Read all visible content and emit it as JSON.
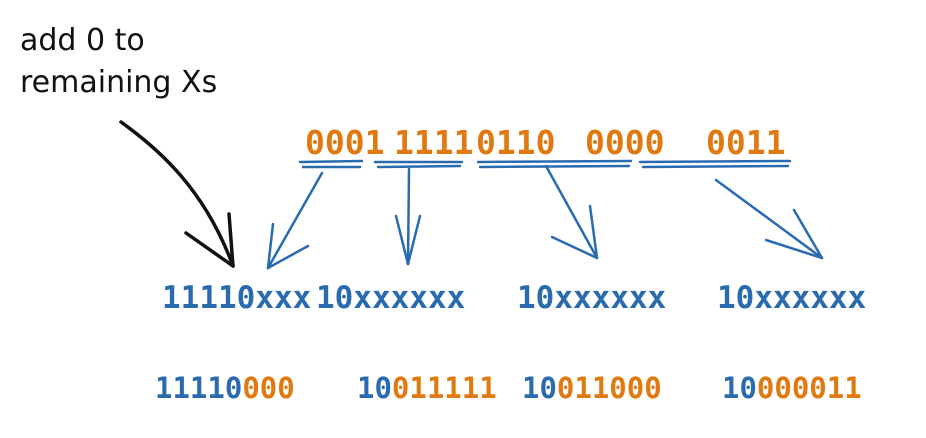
{
  "annotation": {
    "line1": "add 0 to",
    "line2": "remaining Xs"
  },
  "input_bits": [
    "0001",
    "1111",
    "0110",
    "0000",
    "0011"
  ],
  "templates": [
    {
      "prefix": "11110",
      "xs": "xxx"
    },
    {
      "prefix": "10",
      "xs": "xxxxxx"
    },
    {
      "prefix": "10",
      "xs": "xxxxxx"
    },
    {
      "prefix": "10",
      "xs": "xxxxxx"
    }
  ],
  "results": [
    {
      "prefix": "11110",
      "fill": "000"
    },
    {
      "prefix": "10",
      "fill": "011111"
    },
    {
      "prefix": "10",
      "fill": "011000"
    },
    {
      "prefix": "10",
      "fill": "000011"
    }
  ],
  "colors": {
    "orange": "#e07a10",
    "blue": "#2a6bb0",
    "black": "#111111"
  }
}
